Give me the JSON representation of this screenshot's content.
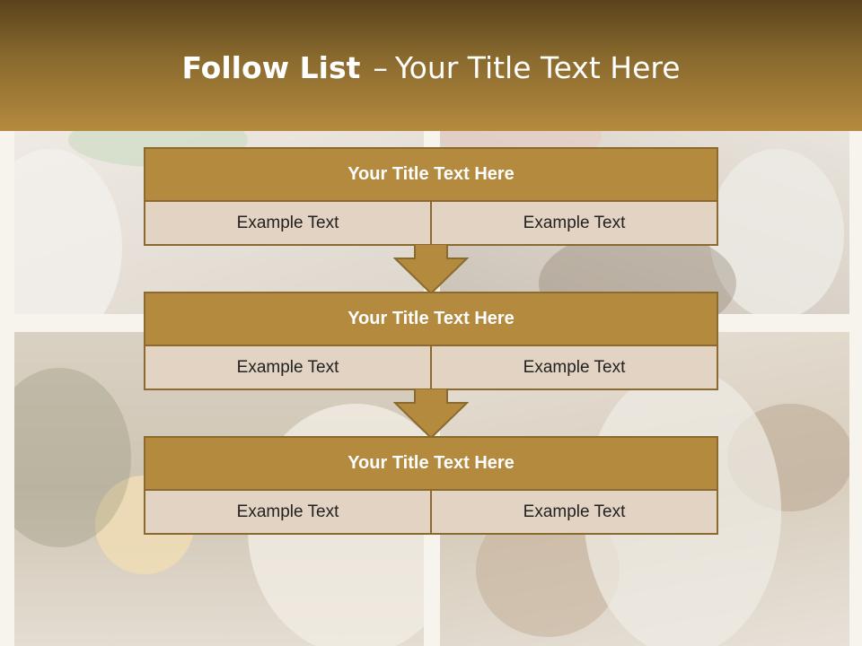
{
  "header": {
    "title_bold": "Follow List",
    "title_sep": "–",
    "title_rest": "Your Title Text Here"
  },
  "colors": {
    "header_dark": "#5a431c",
    "accent": "#b48a3e",
    "cell_bg": "#e2d3c2",
    "border": "#8a6a2e"
  },
  "steps": [
    {
      "title": "Your Title Text Here",
      "left": "Example Text",
      "right": "Example Text"
    },
    {
      "title": "Your Title Text Here",
      "left": "Example Text",
      "right": "Example Text"
    },
    {
      "title": "Your Title Text Here",
      "left": "Example Text",
      "right": "Example Text"
    }
  ]
}
